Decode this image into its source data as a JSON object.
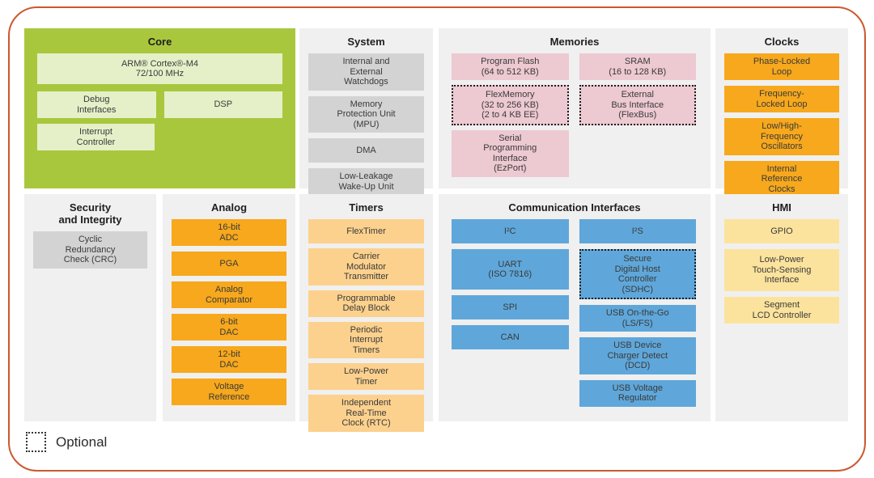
{
  "legend": {
    "label": "Optional"
  },
  "colors": {
    "frame_border": "#CB592E",
    "core_background": "#A9C73D",
    "core_block": "#E5F0C8",
    "panel_background": "#F0F0F0",
    "gray_block": "#D3D3D3",
    "pink_block": "#EDC9D2",
    "orange_block": "#F7A81C",
    "light_orange_block": "#FCD18D",
    "blue_block": "#5FA7DA",
    "yellow_block": "#FCE39D"
  },
  "sections": {
    "core": {
      "title": "Core",
      "blocks": [
        {
          "label": "ARM® Cortex®-M4\n72/100 MHz"
        },
        {
          "label": "Debug\nInterfaces"
        },
        {
          "label": "DSP"
        },
        {
          "label": "Interrupt\nController"
        }
      ]
    },
    "system": {
      "title": "System",
      "blocks": [
        {
          "label": "Internal and\nExternal\nWatchdogs"
        },
        {
          "label": "Memory\nProtection Unit\n(MPU)"
        },
        {
          "label": "DMA"
        },
        {
          "label": "Low-Leakage\nWake-Up Unit"
        }
      ]
    },
    "memories": {
      "title": "Memories",
      "left": [
        {
          "label": "Program Flash\n(64 to 512 KB)"
        },
        {
          "label": "FlexMemory\n(32 to 256 KB)\n(2 to 4 KB EE)",
          "optional": true
        },
        {
          "label": "Serial\nProgramming\nInterface\n(EzPort)"
        }
      ],
      "right": [
        {
          "label": "SRAM\n(16 to 128 KB)"
        },
        {
          "label": "External\nBus Interface\n(FlexBus)",
          "optional": true
        }
      ]
    },
    "clocks": {
      "title": "Clocks",
      "blocks": [
        {
          "label": "Phase-Locked\nLoop"
        },
        {
          "label": "Frequency-\nLocked Loop"
        },
        {
          "label": "Low/High-\nFrequency\nOscillators"
        },
        {
          "label": "Internal\nReference\nClocks"
        }
      ]
    },
    "security": {
      "title": "Security\nand Integrity",
      "blocks": [
        {
          "label": "Cyclic\nRedundancy\nCheck (CRC)"
        }
      ]
    },
    "analog": {
      "title": "Analog",
      "blocks": [
        {
          "label": "16-bit\nADC"
        },
        {
          "label": "PGA"
        },
        {
          "label": "Analog\nComparator"
        },
        {
          "label": "6-bit\nDAC"
        },
        {
          "label": "12-bit\nDAC"
        },
        {
          "label": "Voltage\nReference"
        }
      ]
    },
    "timers": {
      "title": "Timers",
      "blocks": [
        {
          "label": "FlexTimer"
        },
        {
          "label": "Carrier\nModulator\nTransmitter"
        },
        {
          "label": "Programmable\nDelay Block"
        },
        {
          "label": "Periodic\nInterrupt\nTimers"
        },
        {
          "label": "Low-Power\nTimer"
        },
        {
          "label": "Independent\nReal-Time\nClock (RTC)"
        }
      ]
    },
    "comm": {
      "title": "Communication Interfaces",
      "left": [
        {
          "label": "I²C"
        },
        {
          "label": "UART\n(ISO 7816)"
        },
        {
          "label": "SPI"
        },
        {
          "label": "CAN"
        }
      ],
      "right": [
        {
          "label": "I²S"
        },
        {
          "label": "Secure\nDigital Host\nController\n(SDHC)",
          "optional": true
        },
        {
          "label": "USB On-the-Go\n(LS/FS)"
        },
        {
          "label": "USB Device\nCharger Detect\n(DCD)"
        },
        {
          "label": "USB Voltage\nRegulator"
        }
      ]
    },
    "hmi": {
      "title": "HMI",
      "blocks": [
        {
          "label": "GPIO"
        },
        {
          "label": "Low-Power\nTouch-Sensing\nInterface"
        },
        {
          "label": "Segment\nLCD Controller"
        }
      ]
    }
  }
}
